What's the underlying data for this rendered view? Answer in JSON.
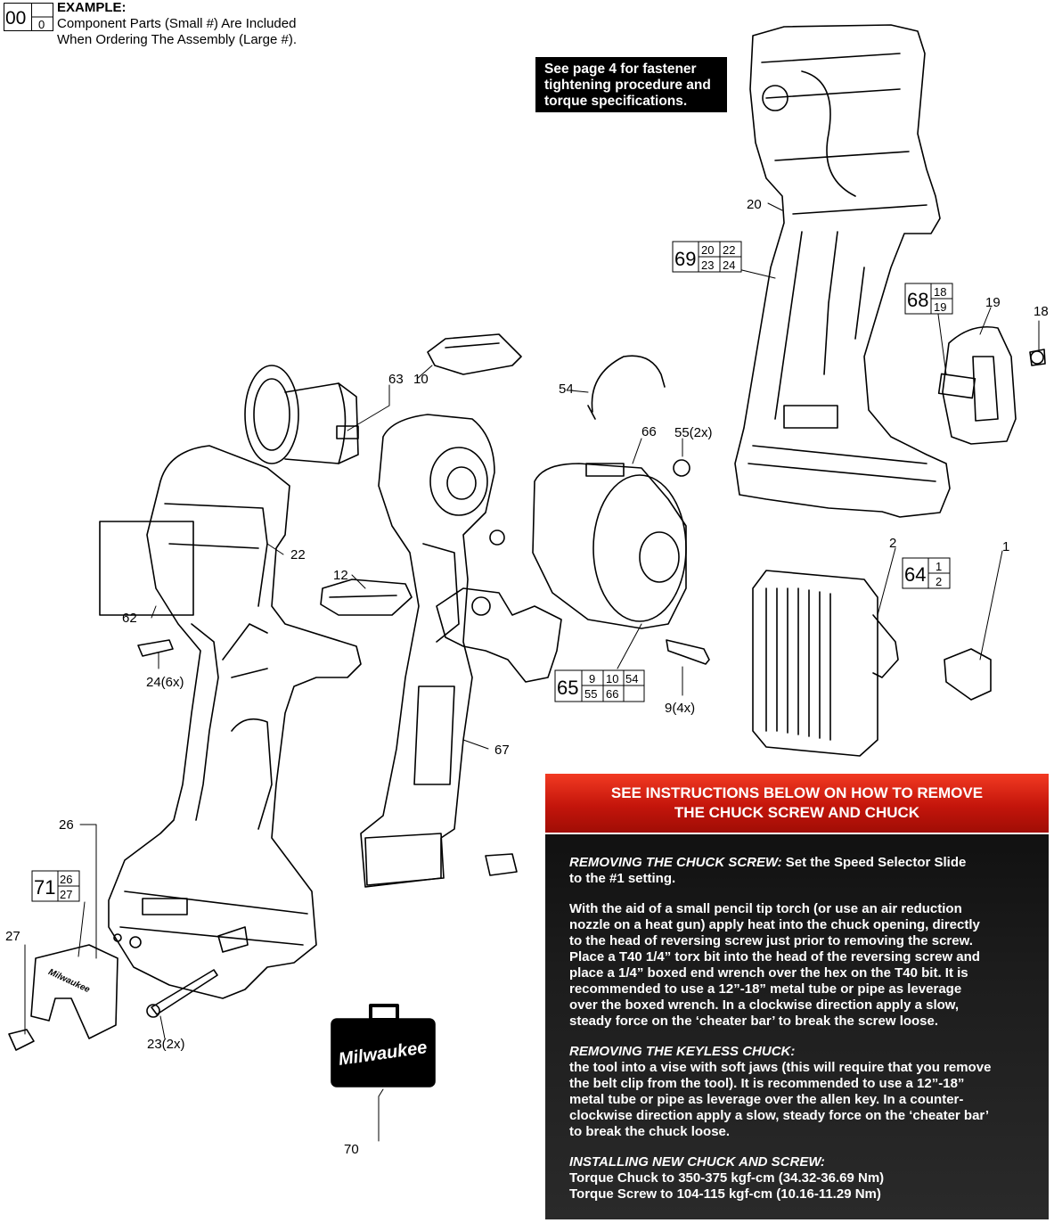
{
  "example": {
    "big": "00",
    "small": "0",
    "heading": "EXAMPLE:",
    "line1": "Component Parts (Small #) Are Included",
    "line2": "When Ordering The Assembly (Large #)."
  },
  "note": {
    "line1": "See page 4 for fastener",
    "line2": "tightening procedure and",
    "line3": "torque specifications."
  },
  "banner": {
    "line1": "SEE INSTRUCTIONS BELOW ON HOW TO REMOVE",
    "line2": "THE CHUCK SCREW AND CHUCK"
  },
  "instructions": {
    "s1_head": "REMOVING THE CHUCK SCREW:",
    "s1_l1": " Set the Speed Selector Slide",
    "s1_l2": "to the #1 setting.",
    "s2_l1": "With the aid of a small pencil tip torch (or use an air reduction",
    "s2_l2": "nozzle on a heat gun) apply heat into the chuck opening, directly",
    "s2_l3": "to the head of reversing screw just prior to removing the screw.",
    "s2_l4": "Place a T40 1/4” torx bit into the head of the reversing screw and",
    "s2_l5": "place a 1/4” boxed end wrench over the hex on the T40 bit. It is",
    "s2_l6": "recommended to use a 12”-18” metal tube or pipe as leverage",
    "s2_l7": "over the boxed wrench. In a clockwise direction apply a slow,",
    "s2_l8": "steady force on the ‘cheater bar’ to break the screw loose.",
    "s3_head": "REMOVING THE KEYLESS CHUCK:",
    "s3_l1": "the tool into a vise with soft jaws (this will require that you remove",
    "s3_l2": "the belt clip from the tool). It is recommended to use a 12”-18”",
    "s3_l3": "metal tube or pipe as leverage over the allen key. In a counter-",
    "s3_l4": "clockwise direction apply a slow, steady force on the ‘cheater bar’",
    "s3_l5": "to break the chuck loose.",
    "s4_head": "INSTALLING NEW CHUCK AND SCREW:",
    "s4_l1": "Torque Chuck to 350-375 kgf-cm (34.32-36.69 Nm)",
    "s4_l2": "Torque Screw to 104-115 kgf-cm (10.16-11.29 Nm)"
  },
  "callouts": {
    "c1": "1",
    "c2": "2",
    "c9": "9(4x)",
    "c10": "10",
    "c12": "12",
    "c18": "18",
    "c19": "19",
    "c20": "20",
    "c22": "22",
    "c23": "23(2x)",
    "c24": "24(6x)",
    "c26": "26",
    "c27": "27",
    "c54": "54",
    "c55": "55(2x)",
    "c62": "62",
    "c63": "63",
    "c66": "66",
    "c67": "67",
    "c70": "70"
  },
  "assemblies": {
    "a69": {
      "big": "69",
      "small": [
        "20",
        "22",
        "23",
        "24"
      ]
    },
    "a68": {
      "big": "68",
      "small": [
        "18",
        "19"
      ]
    },
    "a64": {
      "big": "64",
      "small": [
        "1",
        "2"
      ]
    },
    "a65": {
      "big": "65",
      "small": [
        "9",
        "10",
        "54",
        "55",
        "66",
        ""
      ]
    },
    "a71": {
      "big": "71",
      "small": [
        "26",
        "27"
      ]
    }
  },
  "case_logo": "Milwaukee",
  "bracket_logo": "Milwaukee"
}
